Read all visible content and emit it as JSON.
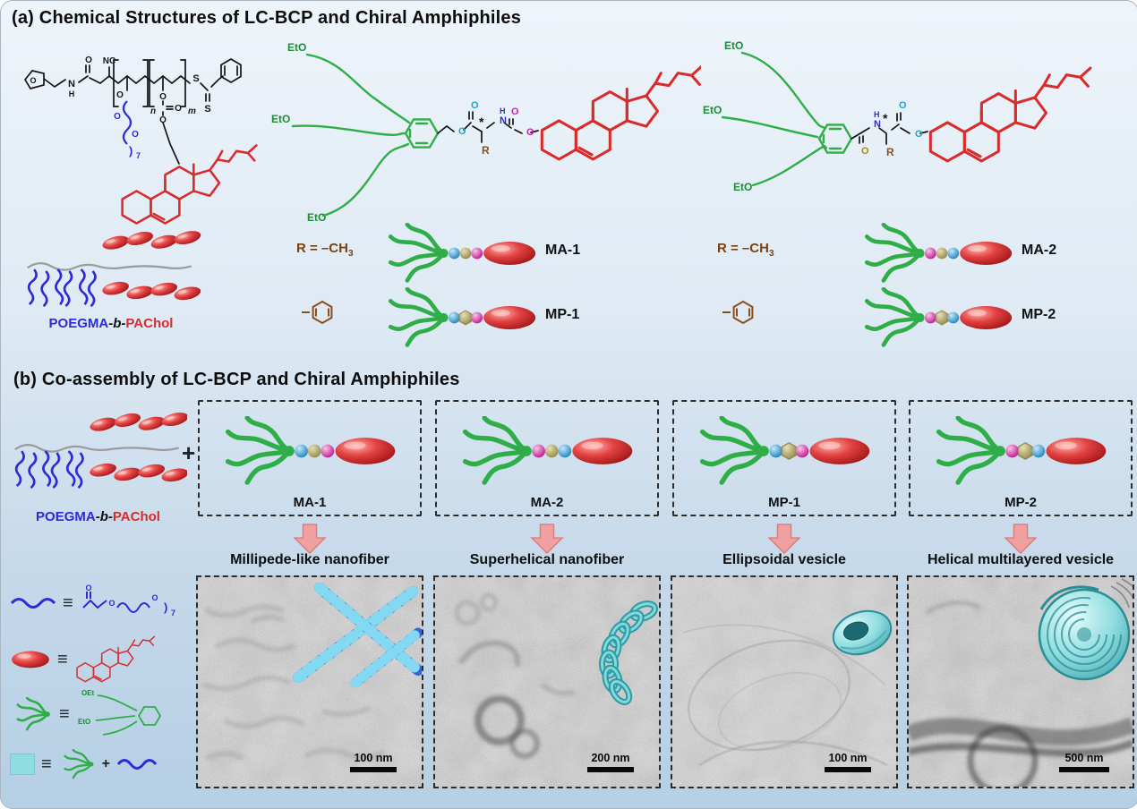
{
  "panel_a": {
    "title": "(a) Chemical Structures of LC-BCP and Chiral Amphiphiles",
    "bcp_label": {
      "poegma": "POEGMA",
      "b": "-b-",
      "pachol": "PAChol"
    },
    "left_group": {
      "r_main": "R = –CH",
      "r_sub": "3",
      "ma_label": "MA-1",
      "mp_label": "MP-1"
    },
    "right_group": {
      "r_main": "R = –CH",
      "r_sub": "3",
      "ma_label": "MA-2",
      "mp_label": "MP-2"
    }
  },
  "panel_b": {
    "title": "(b) Co-assembly of LC-BCP and Chiral Amphiphiles",
    "bcp_label": {
      "poegma": "POEGMA",
      "b": "-b-",
      "pachol": "PAChol"
    },
    "plus": "+",
    "boxes": [
      {
        "label": "MA-1"
      },
      {
        "label": "MA-2"
      },
      {
        "label": "MP-1"
      },
      {
        "label": "MP-2"
      }
    ],
    "results": [
      {
        "caption": "Millipede-like nanofiber",
        "scale_label": "100 nm",
        "model": "striped-crossed-nanofibers"
      },
      {
        "caption": "Superhelical nanofiber",
        "scale_label": "200 nm",
        "model": "cyan-superhelix"
      },
      {
        "caption": "Ellipsoidal vesicle",
        "scale_label": "100 nm",
        "model": "cyan-ellipsoidal-vesicle"
      },
      {
        "caption": "Helical multilayered vesicle",
        "scale_label": "500 nm",
        "model": "cyan-helical-multilayered-vesicle"
      }
    ],
    "legend": {
      "equiv": "≡",
      "plus": "+"
    }
  },
  "atoms": {
    "eto": "EtO",
    "oet": "OEt",
    "o": "O",
    "n": "N",
    "h": "H",
    "nc": "NC",
    "s": "S",
    "r": "R",
    "star": "*",
    "seven": "7",
    "sub_n": "n",
    "sub_m": "m",
    "paren": ")"
  },
  "colors": {
    "blue": "#2b2bd8",
    "red": "#d92b2b",
    "green": "#2fae47",
    "dgreen": "#1f8c38",
    "cyan": "#1ba8c9",
    "magenta": "#d81bb0",
    "tan": "#a89a5b",
    "brown": "#8a4f1d",
    "olive": "#b08900",
    "arrow": "#f0a0a0",
    "assembly": "#8fdde0"
  }
}
